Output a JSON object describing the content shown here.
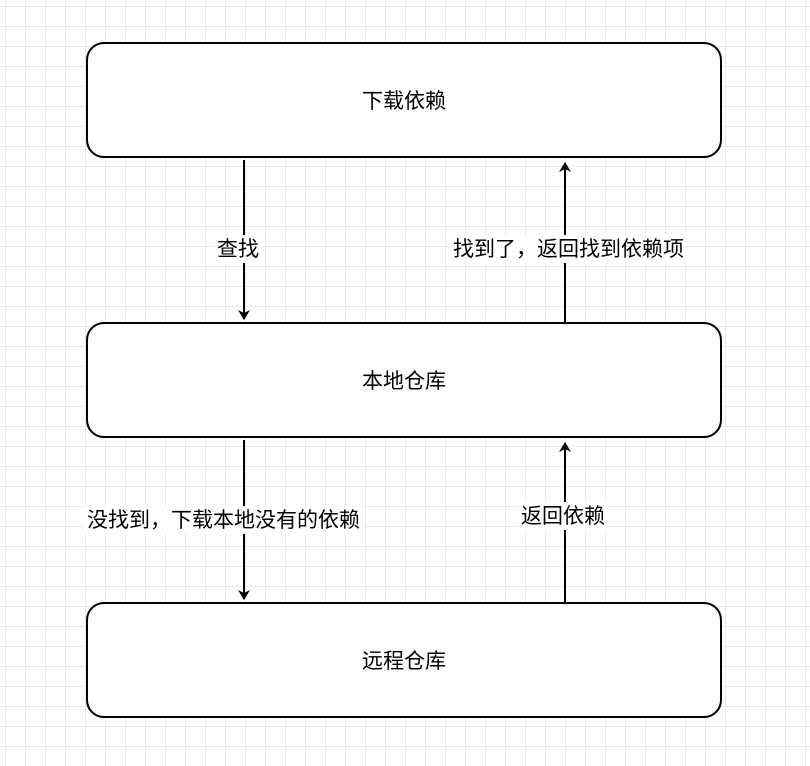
{
  "nodes": {
    "download": "下载依赖",
    "local_repo": "本地仓库",
    "remote_repo": "远程仓库"
  },
  "edges": {
    "lookup": "查找",
    "found_return": "找到了，返回找到依赖项",
    "not_found_download": "没找到，下载本地没有的依赖",
    "return_deps": "返回依赖"
  }
}
